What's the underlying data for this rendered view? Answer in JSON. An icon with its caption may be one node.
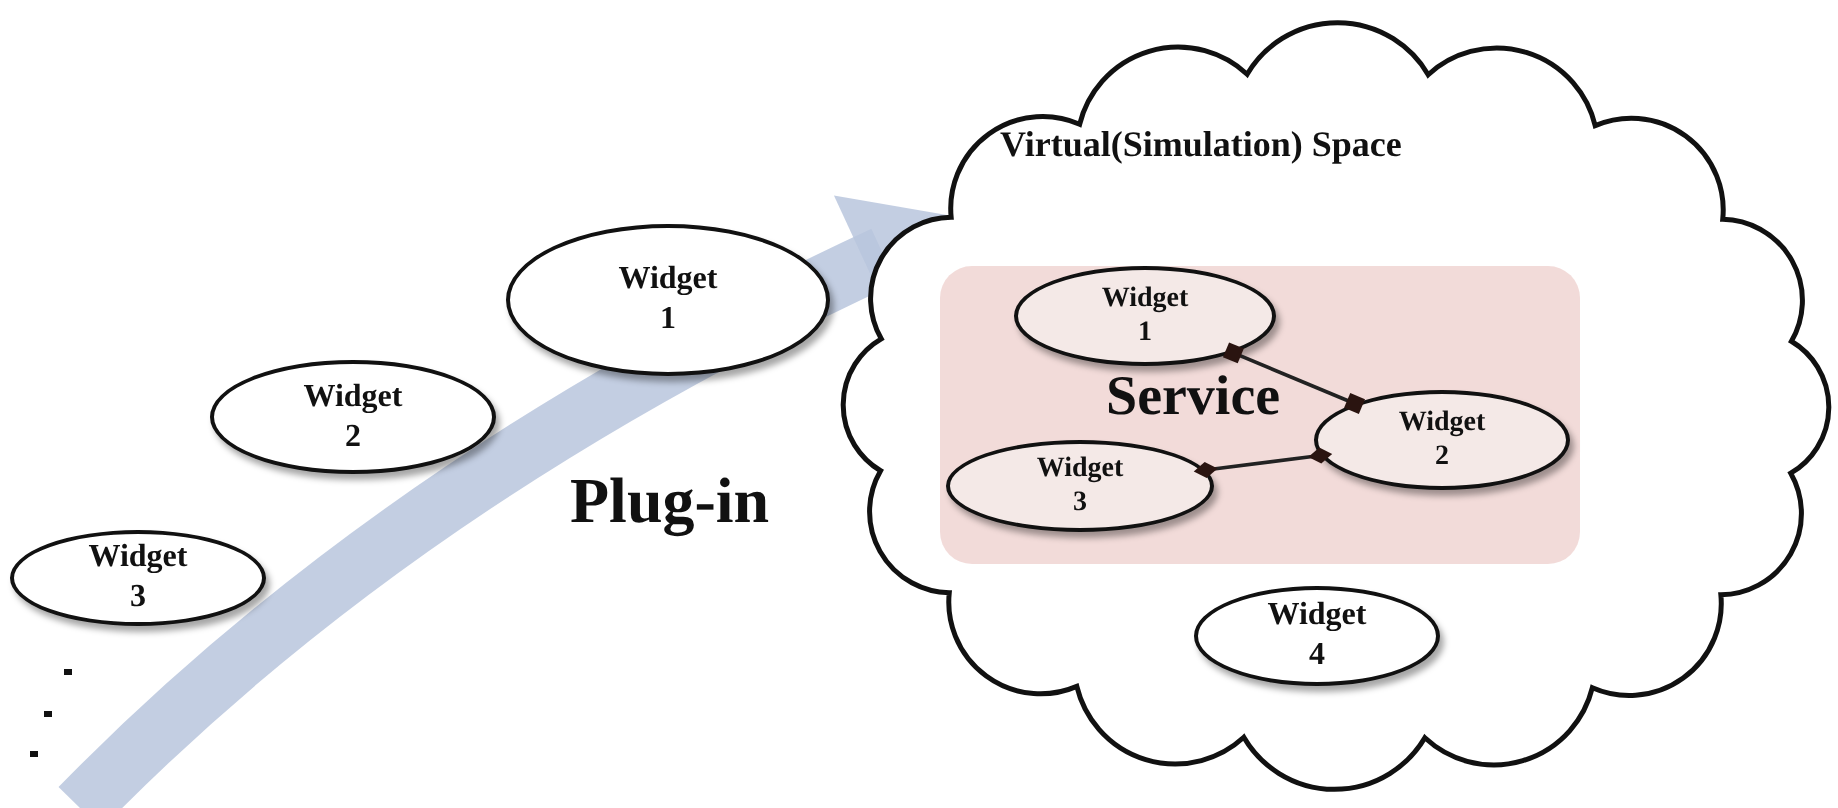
{
  "diagram": {
    "nodes": [
      {
        "text": [
          "Virtual(Simulation) Space"
        ]
      },
      {
        "text": [
          "Service"
        ],
        "in": 0
      },
      {
        "text": [
          "Widget 1"
        ],
        "in": 1
      },
      {
        "text": [
          "Widget 2"
        ],
        "in": 1
      },
      {
        "text": [
          "Widget 3"
        ],
        "in": 1
      },
      {
        "text": [
          "Widget 4"
        ],
        "in": 0
      },
      {
        "text": [
          "Widget 1"
        ]
      },
      {
        "text": [
          "Widget 2"
        ]
      },
      {
        "text": [
          "Widget 3"
        ]
      }
    ],
    "edges": [
      {
        "from": 2,
        "to": 3,
        "arrow": "other"
      },
      {
        "from": 4,
        "to": 3,
        "arrow": "other"
      },
      {
        "from": null,
        "to": 0,
        "arrow": "to",
        "style": "thick",
        "color": "#b9c5dd"
      }
    ],
    "labels": [
      "Plug-in"
    ]
  }
}
